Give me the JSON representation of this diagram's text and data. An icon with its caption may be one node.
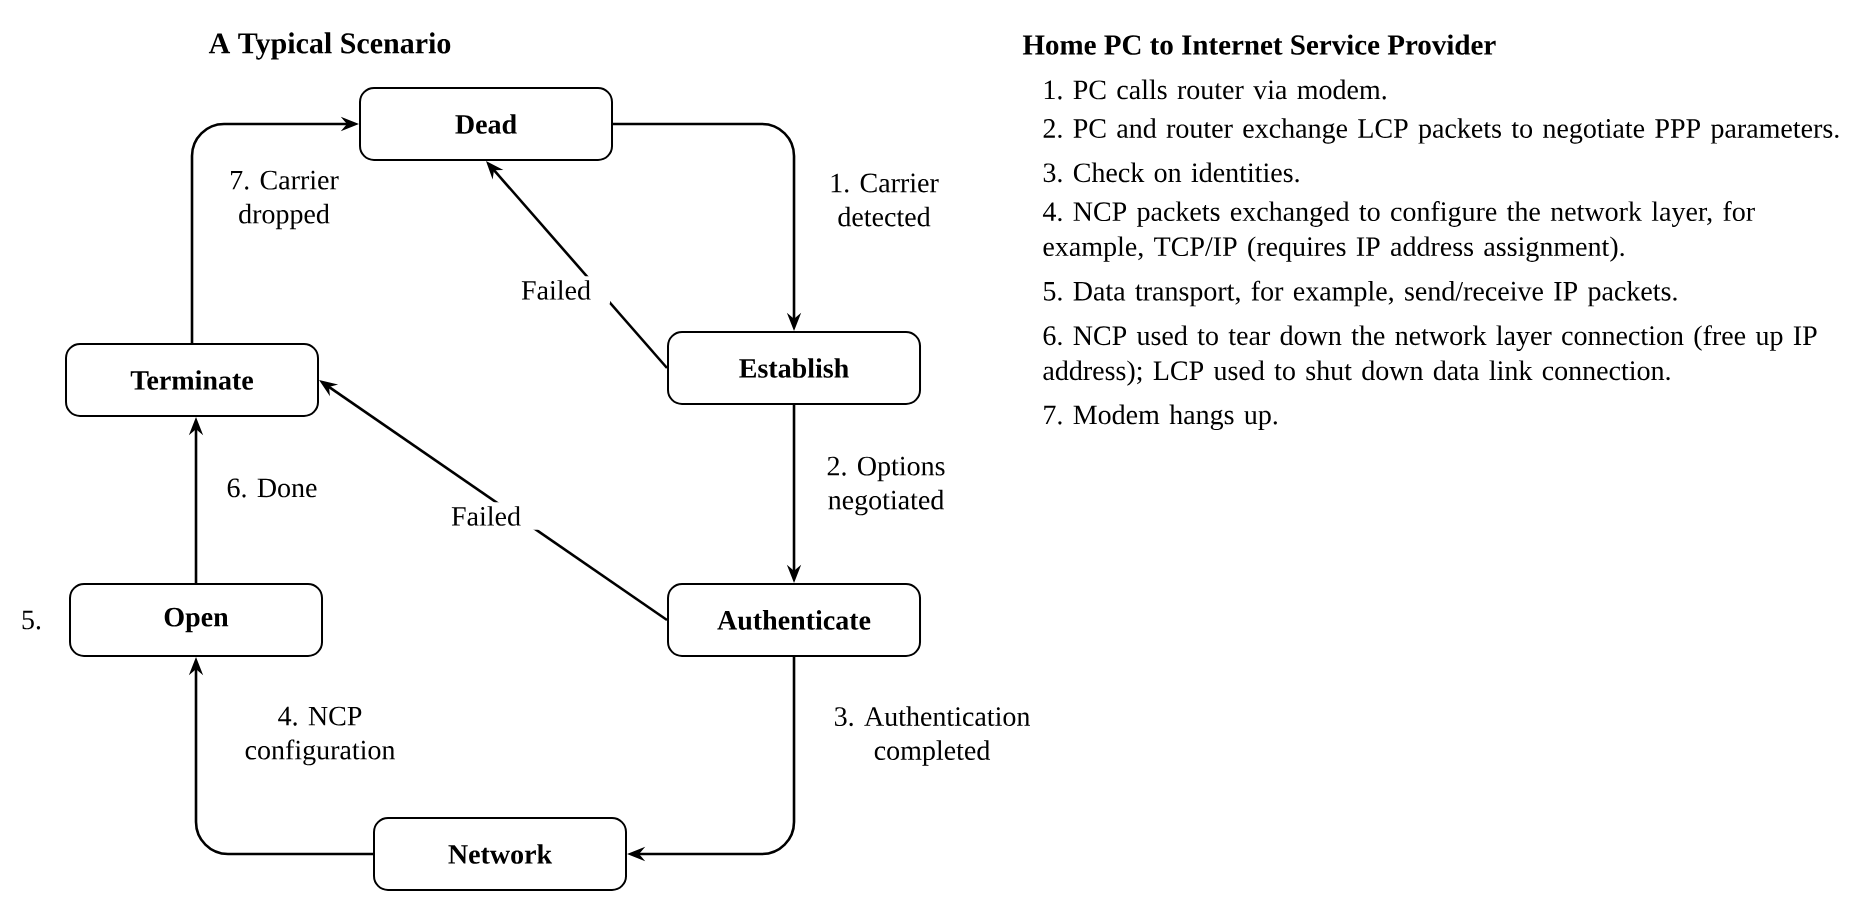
{
  "diagram": {
    "title": "A Typical Scenario",
    "nodes": [
      {
        "text": [
          "Dead"
        ]
      },
      {
        "text": [
          "Establish"
        ]
      },
      {
        "text": [
          "Authenticate"
        ]
      },
      {
        "text": [
          "Network"
        ]
      },
      {
        "text": [
          "Open"
        ],
        "beside": [
          "5."
        ]
      },
      {
        "text": [
          "Terminate"
        ]
      }
    ],
    "edges": [
      {
        "from": 0,
        "to": 1,
        "arrow": "to",
        "label": "1. Carrier detected"
      },
      {
        "from": 1,
        "to": 2,
        "arrow": "to",
        "label": "2. Options negotiated"
      },
      {
        "from": 2,
        "to": 3,
        "arrow": "to",
        "label": "3. Authentication completed"
      },
      {
        "from": 3,
        "to": 4,
        "arrow": "to",
        "label": "4. NCP configuration"
      },
      {
        "from": 4,
        "to": 5,
        "arrow": "to",
        "label": "6. Done"
      },
      {
        "from": 5,
        "to": 0,
        "arrow": "to",
        "label": "7. Carrier dropped"
      },
      {
        "from": 1,
        "to": 0,
        "arrow": "to",
        "label": "Failed"
      },
      {
        "from": 2,
        "to": 5,
        "arrow": "to",
        "label": "Failed"
      }
    ],
    "labels": [
      "Home PC to Internet Service Provider",
      "1. PC calls router via modem.",
      "2. PC and router exchange LCP packets to negotiate PPP parameters.",
      "3. Check on identities.",
      "4. NCP packets exchanged to configure the network layer, for example, TCP/IP (requires IP address assignment).",
      "5. Data transport, for example, send/receive IP packets.",
      "6. NCP used to tear down the network layer connection (free up IP address); LCP used to shut down data link connection.",
      "7. Modem hangs up."
    ]
  }
}
